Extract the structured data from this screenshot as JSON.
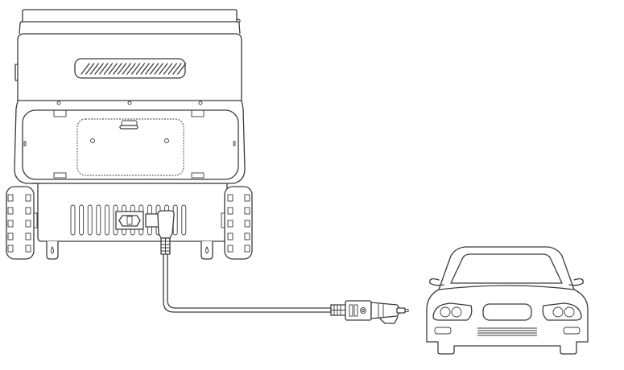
{
  "colors": {
    "stroke": "#3a3a3a",
    "background": "#ffffff"
  },
  "illustration": {
    "power_station": {
      "vent_slots": 14,
      "top_grill_slashes": 22
    },
    "cable": "car-charging-cable",
    "car": "front-view"
  }
}
